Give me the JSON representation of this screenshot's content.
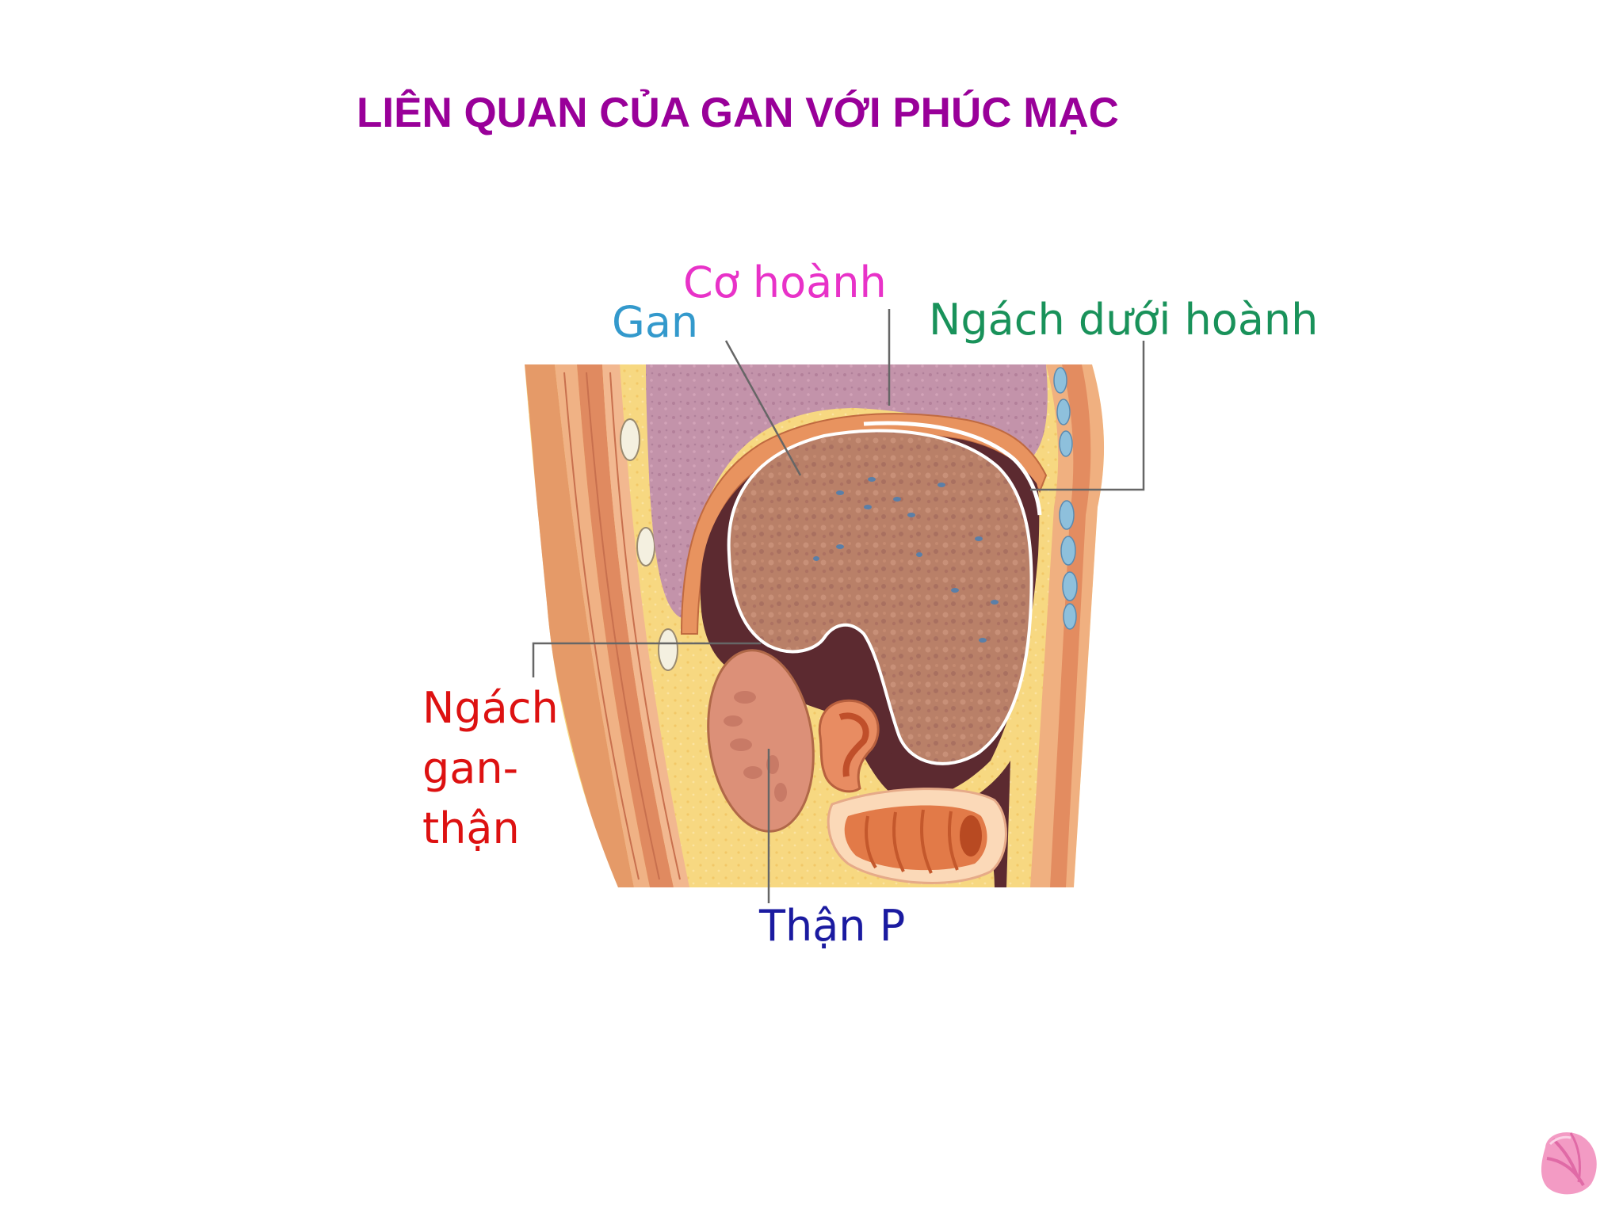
{
  "slide": {
    "title": "LIÊN QUAN CỦA GAN VỚI PHÚC MẠC"
  },
  "diagram": {
    "labels": {
      "diaphragm": "Cơ hoành",
      "liver": "Gan",
      "subphrenic_recess": "Ngách dưới hoành",
      "hepatorenal_recess": "Ngách gan-thận",
      "right_kidney": "Thận P"
    },
    "label_colors": {
      "diaphragm": "#e832c8",
      "liver": "#3399cc",
      "subphrenic_recess": "#19925a",
      "hepatorenal_recess": "#dd1111",
      "right_kidney": "#1a1aa0"
    }
  },
  "colors": {
    "title": "#990099",
    "liver": "#b87a68",
    "lung": "#c490aa",
    "fat": "#f6d57c",
    "muscle": "#e8a070",
    "peritoneal_cavity": "#5a2a30"
  },
  "logo": {
    "icon": "pink-flower-logo-icon"
  }
}
